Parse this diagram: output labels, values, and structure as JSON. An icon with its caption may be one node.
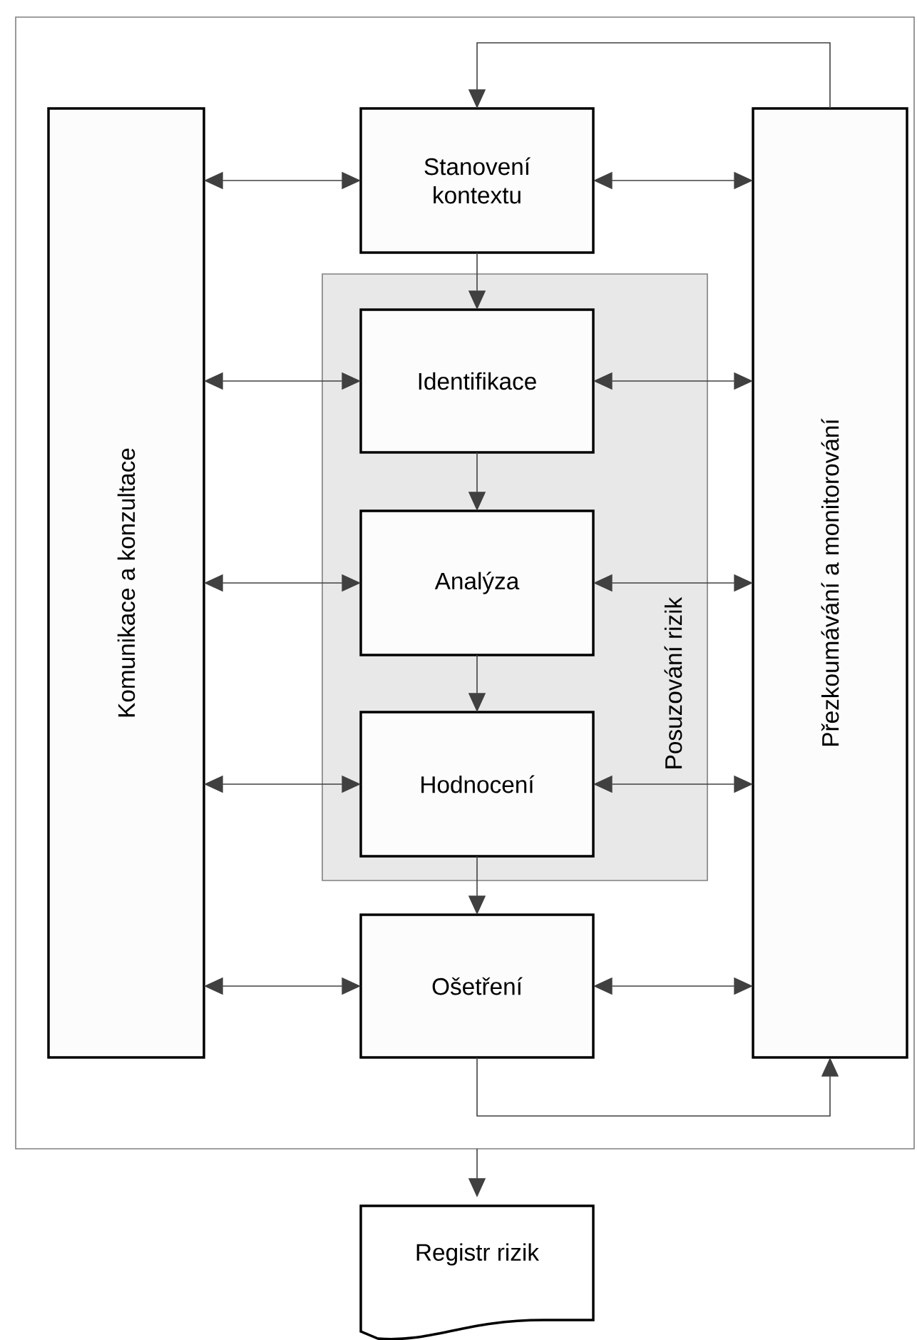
{
  "diagram": {
    "nodes": [
      {
        "text": [],
        "shape": "box"
      },
      {
        "text": [
          "Komunikace a konzultace"
        ],
        "in": 0
      },
      {
        "text": [
          "Stanovení kontextu"
        ],
        "in": 0
      },
      {
        "text": [
          "Posuzování rizik"
        ],
        "in": 0
      },
      {
        "text": [
          "Identifikace"
        ],
        "in": 3
      },
      {
        "text": [
          "Analýza"
        ],
        "in": 3
      },
      {
        "text": [
          "Hodnocení"
        ],
        "in": 3
      },
      {
        "text": [
          "Ošetření"
        ],
        "in": 0
      },
      {
        "text": [
          "Přezkoumávání a monitorování"
        ],
        "in": 0
      },
      {
        "text": [
          "Registr rizik"
        ]
      }
    ],
    "edges": [
      {
        "from": 1,
        "to": 2,
        "arrow": "both"
      },
      {
        "from": 2,
        "to": 8,
        "arrow": "both"
      },
      {
        "from": 2,
        "to": 4,
        "arrow": "to"
      },
      {
        "from": 1,
        "to": 4,
        "arrow": "both"
      },
      {
        "from": 4,
        "to": 8,
        "arrow": "both"
      },
      {
        "from": 4,
        "to": 5,
        "arrow": "to"
      },
      {
        "from": 1,
        "to": 5,
        "arrow": "both"
      },
      {
        "from": 5,
        "to": 8,
        "arrow": "both"
      },
      {
        "from": 5,
        "to": 6,
        "arrow": "to"
      },
      {
        "from": 1,
        "to": 6,
        "arrow": "both"
      },
      {
        "from": 6,
        "to": 8,
        "arrow": "both"
      },
      {
        "from": 6,
        "to": 7,
        "arrow": "to"
      },
      {
        "from": 1,
        "to": 7,
        "arrow": "both"
      },
      {
        "from": 7,
        "to": 8,
        "arrow": "both"
      },
      {
        "from": 7,
        "to": 8,
        "arrow": "to"
      },
      {
        "from": 8,
        "to": 2,
        "arrow": "to"
      },
      {
        "from": 0,
        "to": 9,
        "arrow": "to"
      }
    ]
  }
}
